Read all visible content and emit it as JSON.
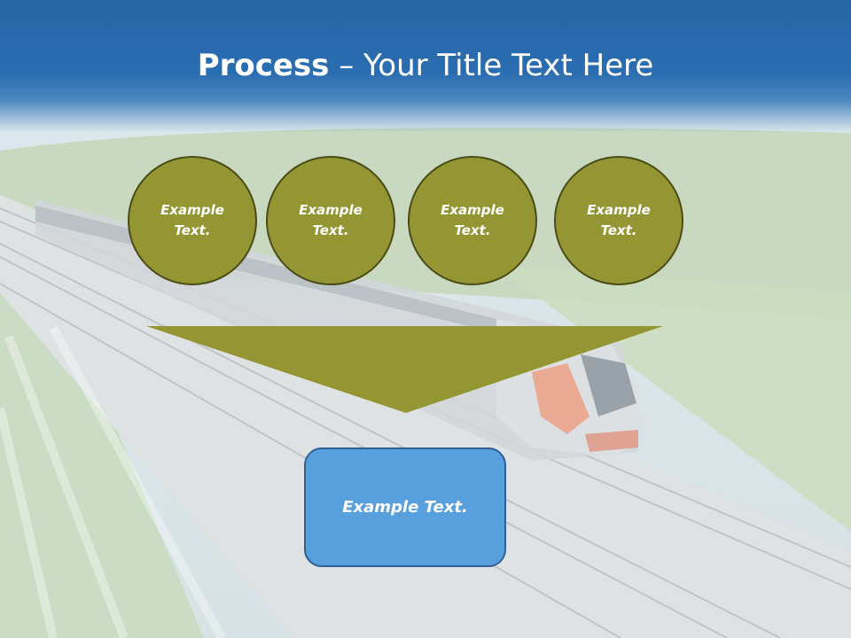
{
  "title": {
    "bold": "Process",
    "rest": " – Your Title Text Here"
  },
  "circles": [
    {
      "line1": "Example",
      "line2": "Text."
    },
    {
      "line1": "Example",
      "line2": "Text."
    },
    {
      "line1": "Example",
      "line2": "Text."
    },
    {
      "line1": "Example",
      "line2": "Text."
    }
  ],
  "result_box": {
    "label": "Example Text."
  },
  "colors": {
    "header_blue": "#2566a8",
    "circle_fill": "#949633",
    "circle_border": "#4a4b16",
    "box_fill": "#58a0dd",
    "box_border": "#2f5f93"
  }
}
